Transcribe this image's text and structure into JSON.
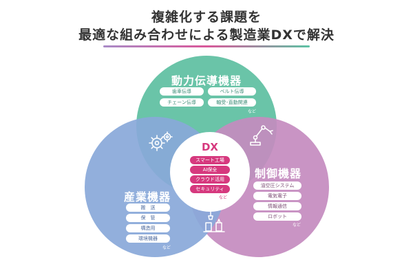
{
  "header": {
    "title_line1": "複雑化する課題を",
    "title_line2": "最適な組み合わせによる製造業DXで解決"
  },
  "colors": {
    "top_circle": "#6ac4a8",
    "right_circle": "#c48bbf",
    "left_circle": "#89a8d9",
    "center": "#ffffff",
    "center_accent": "#d6397e"
  },
  "top_circle": {
    "title": "動力伝導機器",
    "items": [
      "歯車伝導",
      "ベルト伝導",
      "チェーン伝導",
      "軸受･直動関連"
    ],
    "note": "など",
    "icon": "gears-icon"
  },
  "right_circle": {
    "title": "制御機器",
    "items": [
      "油空圧システム",
      "電気電子",
      "情報通信",
      "ロボット"
    ],
    "note": "など",
    "icon": "robot-arm-icon"
  },
  "left_circle": {
    "title": "産業機器",
    "items": [
      "搬　送",
      "保　管",
      "構造用",
      "環境機器"
    ],
    "note": "など",
    "icon": "factory-equipment-icon"
  },
  "center": {
    "title": "DX",
    "items": [
      "スマート工場",
      "AI保全",
      "クラウド活用",
      "セキュリティ"
    ],
    "note": "など"
  }
}
